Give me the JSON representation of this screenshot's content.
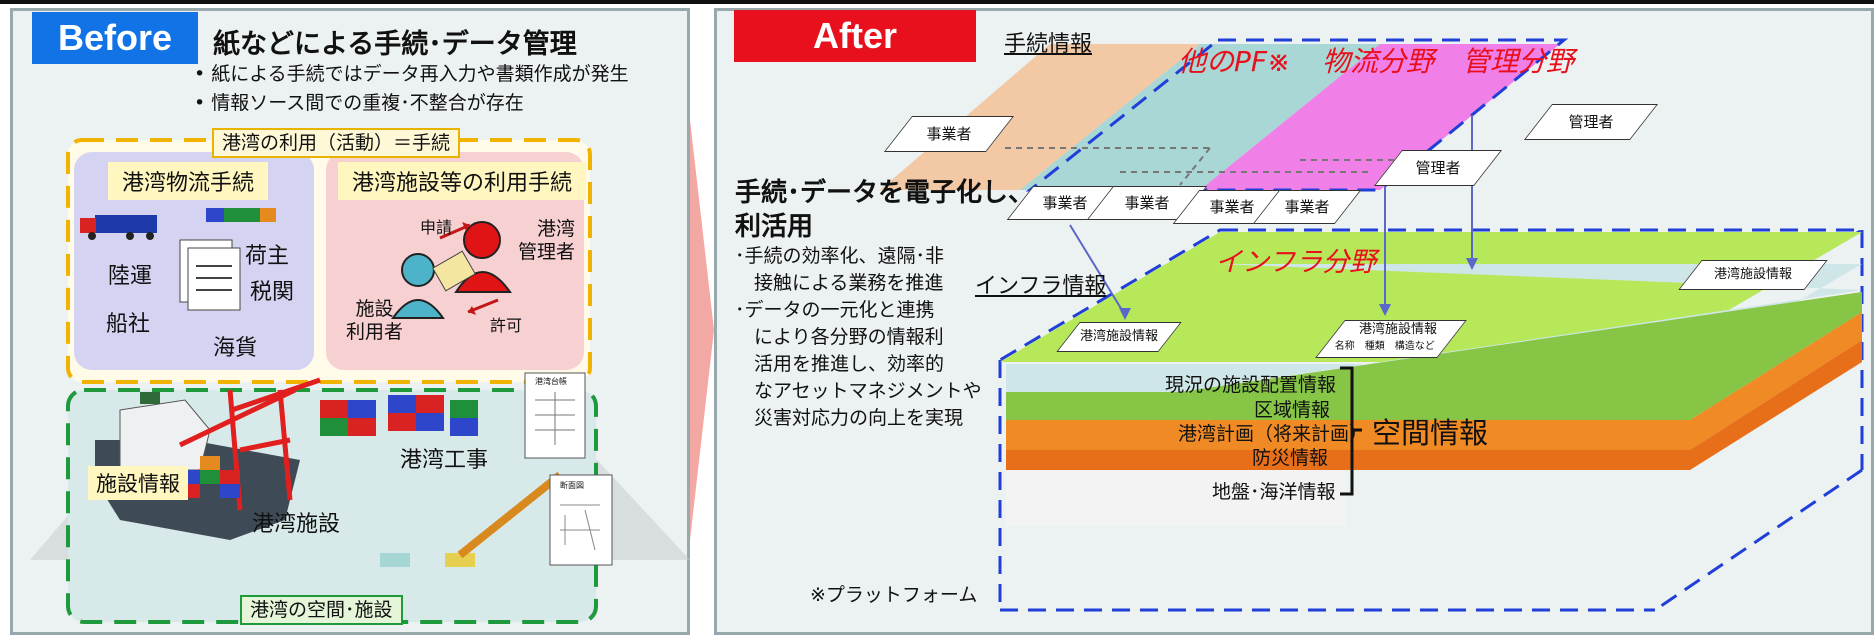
{
  "before": {
    "badge": "Before",
    "title": "紙などによる手続･データ管理",
    "bullets": [
      "• 紙による手続ではデータ再入力や書類作成が発生",
      "• 情報ソース間での重複･不整合が存在"
    ],
    "top_tag": "港湾の利用（活動）＝手続",
    "logistics_box": {
      "title": "港湾物流手続",
      "labels": [
        "陸運",
        "荷主",
        "税関",
        "船社",
        "海貨"
      ]
    },
    "facility_box": {
      "title": "港湾施設等の利用手続",
      "request": "申請",
      "permit": "許可",
      "applicant": [
        "施設",
        "利用者"
      ],
      "manager": [
        "港湾",
        "管理者"
      ]
    },
    "lower": {
      "facility_info": "施設情報",
      "construction": "港湾工事",
      "facilities": "港湾施設",
      "bottom_tag": "港湾の空間･施設",
      "doc1": "港湾台帳",
      "doc2": "断面図"
    }
  },
  "after": {
    "badge": "After",
    "proc_info": "手続情報",
    "other_pf": "他のPF※",
    "logistics": "物流分野",
    "management": "管理分野",
    "operator": "事業者",
    "manager": "管理者",
    "headline": [
      "手続･データを電子化し、",
      "利活用"
    ],
    "bullets": [
      "･手続の効率化、遠隔･非",
      "　接触による業務を推進",
      "･データの一元化と連携",
      "　により各分野の情報利",
      "　活用を推進し、効率的",
      "　なアセットマネジメントや",
      "　災害対応力の向上を実現"
    ],
    "infra_info": "インフラ情報",
    "infra_field": "インフラ分野",
    "facility_info": "港湾施設情報",
    "facility_info_sub": "名称　種類　構造など",
    "layers": [
      "現況の施設配置情報",
      "区域情報",
      "港湾計画（将来計画）",
      "防災情報",
      "地盤･海洋情報"
    ],
    "spatial_info": "空間情報",
    "platform_note": "※プラットフォーム"
  },
  "colors": {
    "before_badge": "#1273e6",
    "after_badge": "#e8101c",
    "blue_dash": "#1f3fd8",
    "orange_layer": "#f08a24",
    "green_layer": "#b6e85a",
    "logistics_fill": "#a9d7d5",
    "pf_fill": "#f3c8a4",
    "mgmt_fill": "#f080e8"
  }
}
